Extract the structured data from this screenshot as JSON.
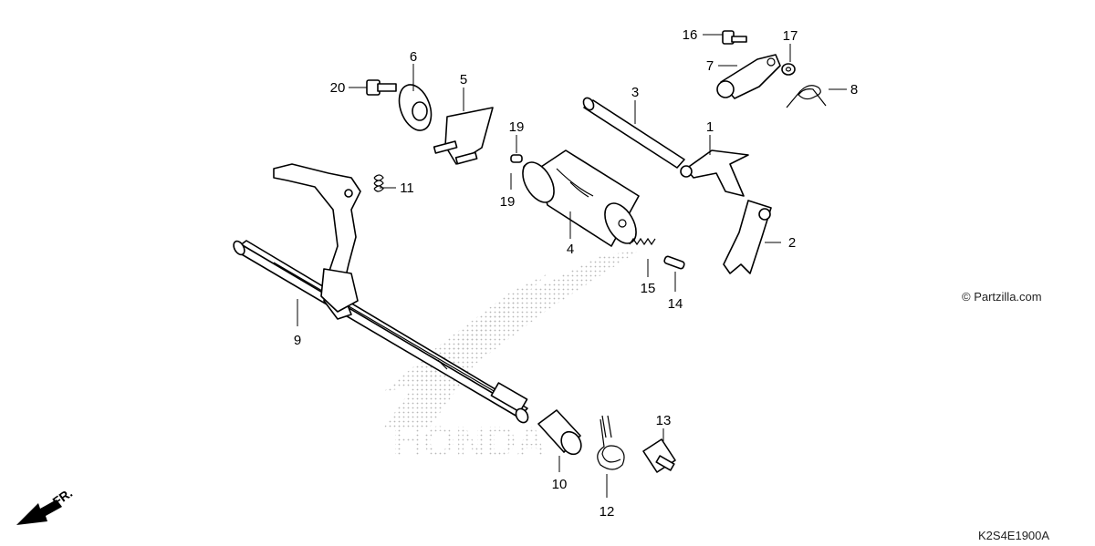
{
  "callouts": {
    "c1": "1",
    "c2": "2",
    "c3": "3",
    "c4": "4",
    "c5": "5",
    "c6": "6",
    "c7": "7",
    "c8": "8",
    "c9": "9",
    "c10": "10",
    "c11": "11",
    "c12": "12",
    "c13": "13",
    "c14": "14",
    "c15": "15",
    "c16": "16",
    "c17": "17",
    "c19a": "19",
    "c19b": "19",
    "c20": "20"
  },
  "watermark": "© Partzilla.com",
  "front_label": "FR.",
  "diagram_code": "K2S4E1900A",
  "logo_text": "HONDA"
}
